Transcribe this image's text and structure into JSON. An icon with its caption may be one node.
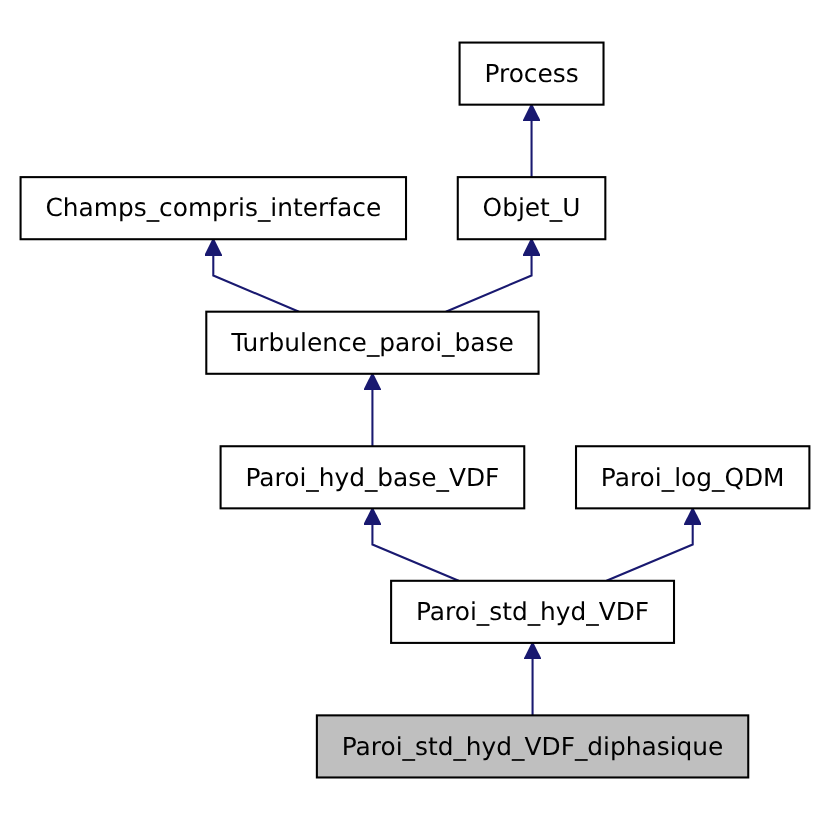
{
  "diagram": {
    "nodes": [
      {
        "text": [
          "Process"
        ]
      },
      {
        "text": [
          "Champs_compris_interface"
        ]
      },
      {
        "text": [
          "Objet_U"
        ]
      },
      {
        "text": [
          "Turbulence_paroi_base"
        ]
      },
      {
        "text": [
          "Paroi_hyd_base_VDF"
        ]
      },
      {
        "text": [
          "Paroi_log_QDM"
        ]
      },
      {
        "text": [
          "Paroi_std_hyd_VDF"
        ]
      },
      {
        "text": [
          "Paroi_std_hyd_VDF_diphasique"
        ]
      }
    ],
    "edges": [
      {
        "from": 2,
        "to": 0,
        "arrow": "to"
      },
      {
        "from": 3,
        "to": 1,
        "arrow": "to"
      },
      {
        "from": 3,
        "to": 2,
        "arrow": "to"
      },
      {
        "from": 4,
        "to": 3,
        "arrow": "to"
      },
      {
        "from": 6,
        "to": 4,
        "arrow": "to"
      },
      {
        "from": 6,
        "to": 5,
        "arrow": "to"
      },
      {
        "from": 7,
        "to": 6,
        "arrow": "to"
      }
    ]
  }
}
